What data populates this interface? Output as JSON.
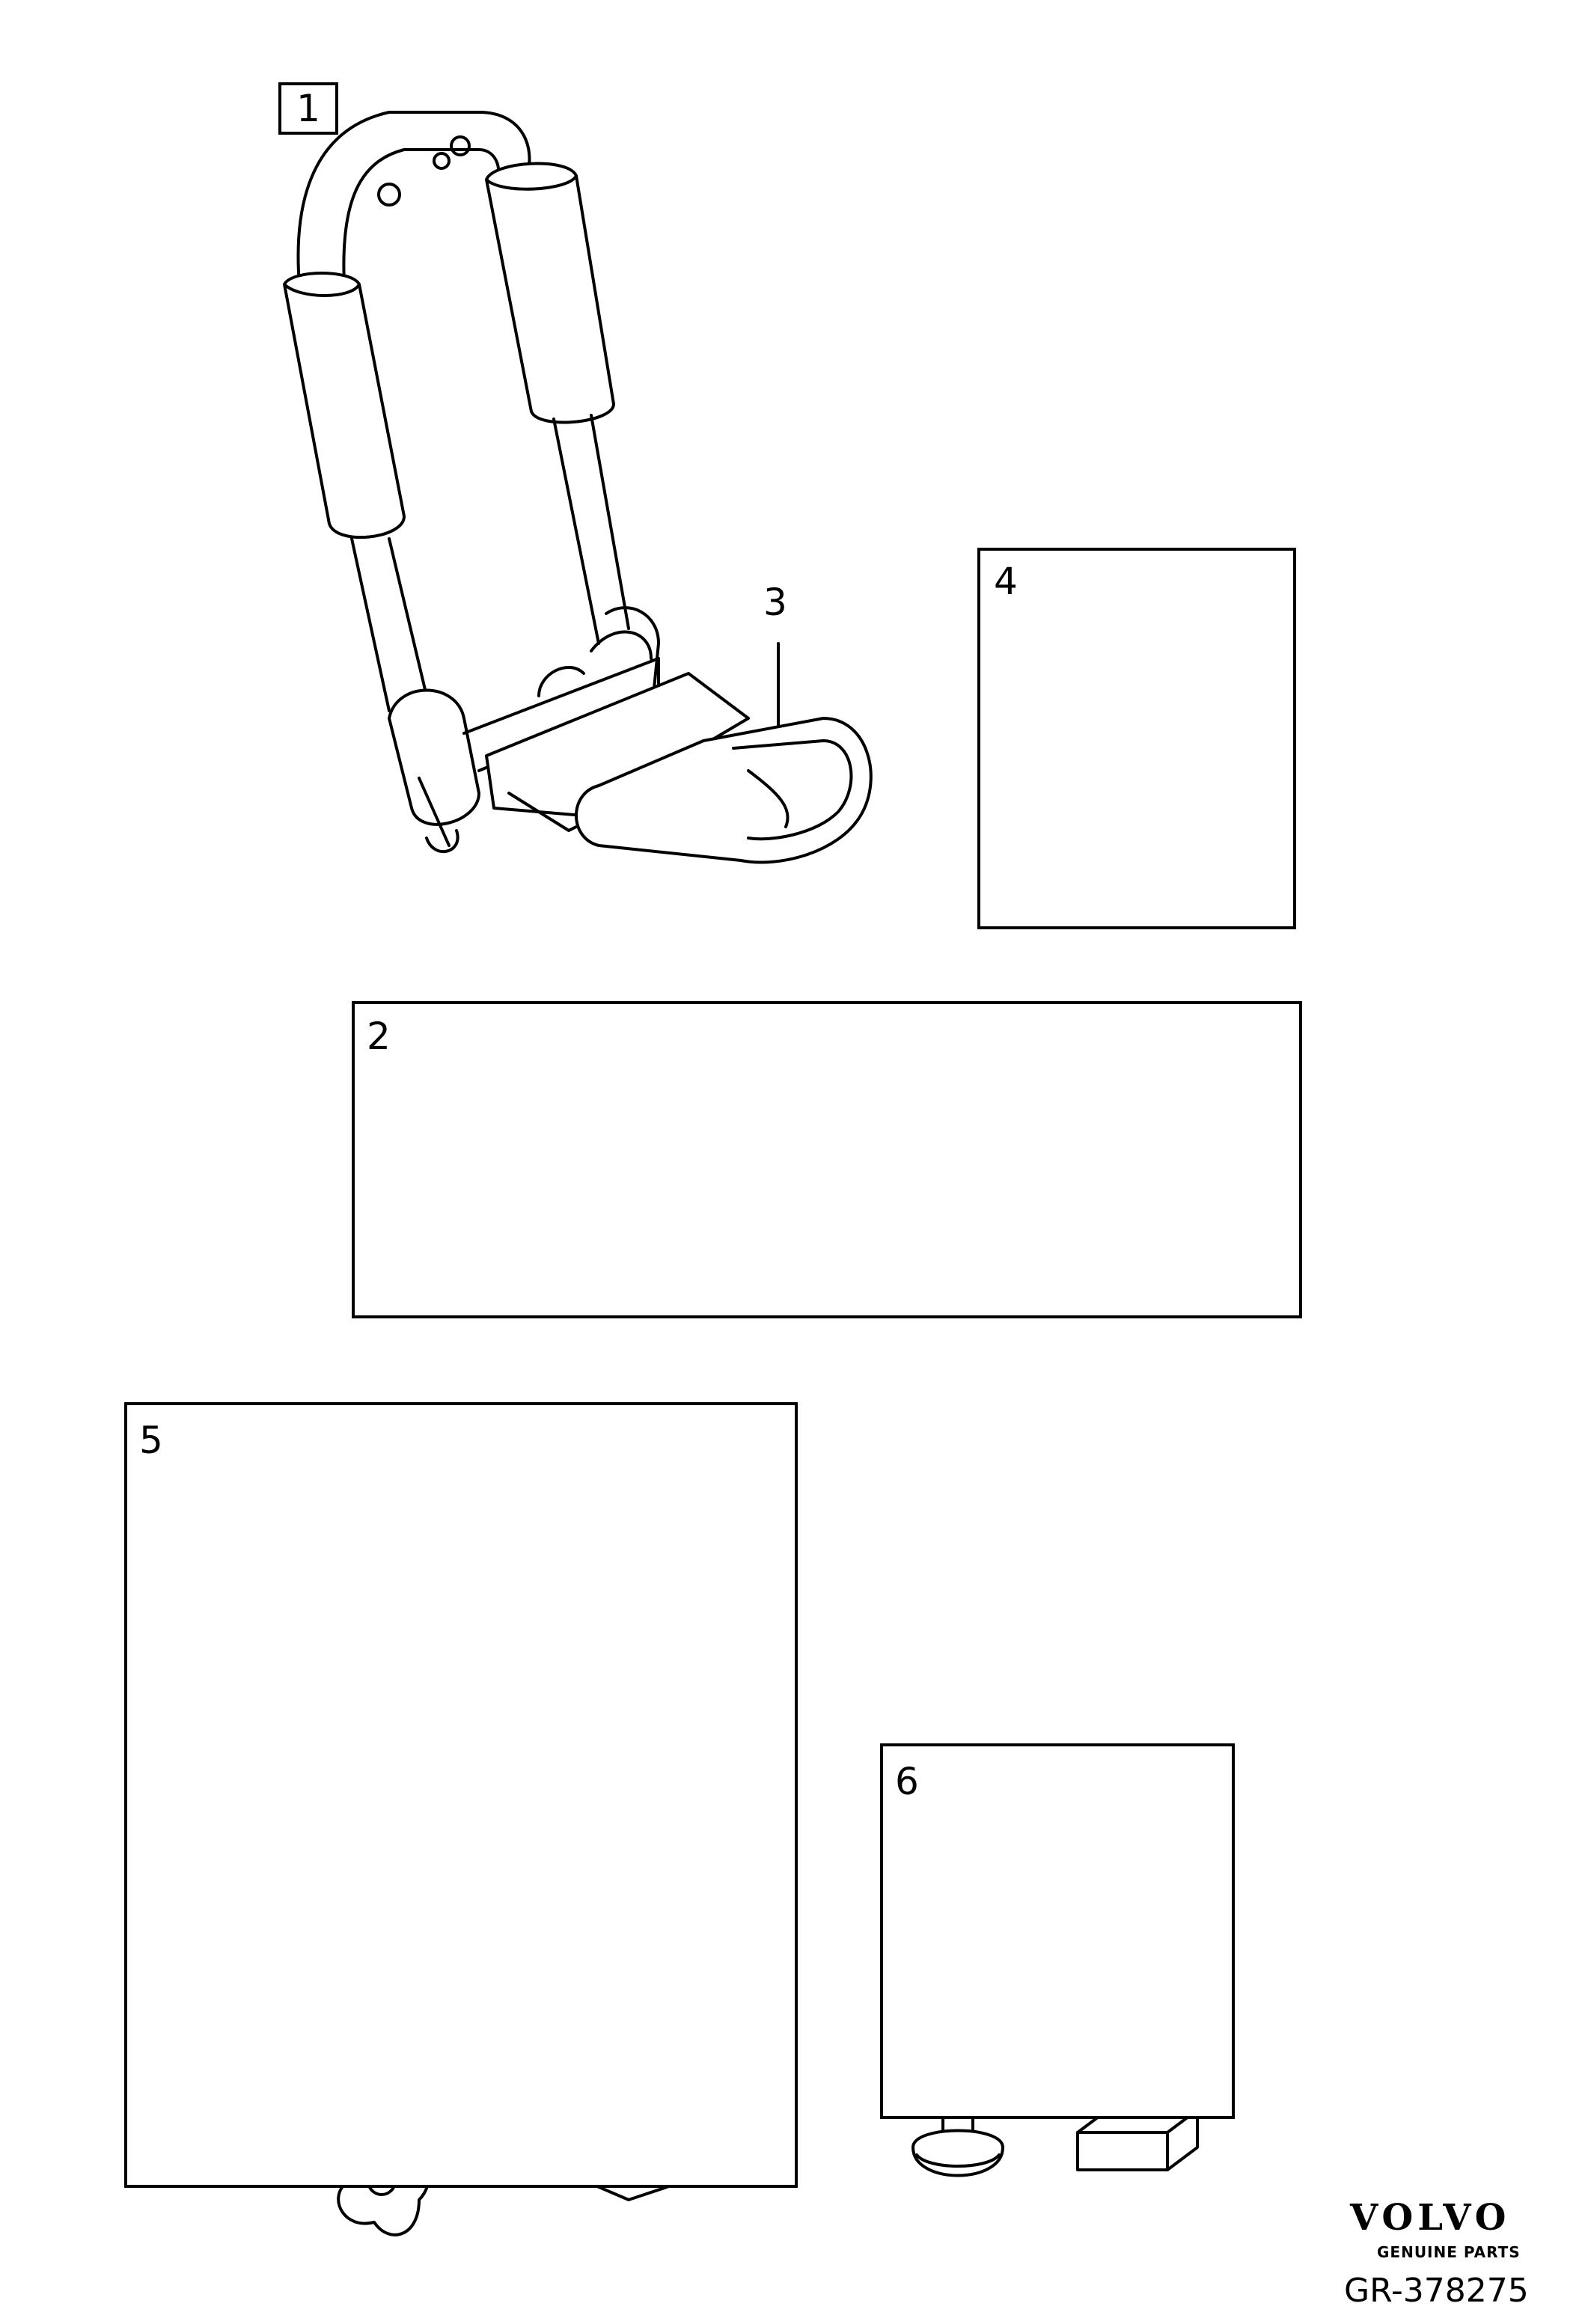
{
  "callouts": {
    "item1": "1",
    "item2": "2",
    "item3": "3",
    "item4": "4",
    "item5": "5",
    "item6": "6"
  },
  "brand": {
    "name": "VOLVO",
    "subtitle": "GENUINE PARTS"
  },
  "drawing_code": "GR-378275",
  "icons": {
    "kayak_cradle": "kayak-cradle-icon",
    "strap": "strap-icon",
    "pad": "cradle-pad-icon",
    "carriage_bolt_kit": "carriage-bolt-kit-icon",
    "saddle_mount": "saddle-mount-icon",
    "bolts_and_knob": "bolts-knob-icon"
  }
}
